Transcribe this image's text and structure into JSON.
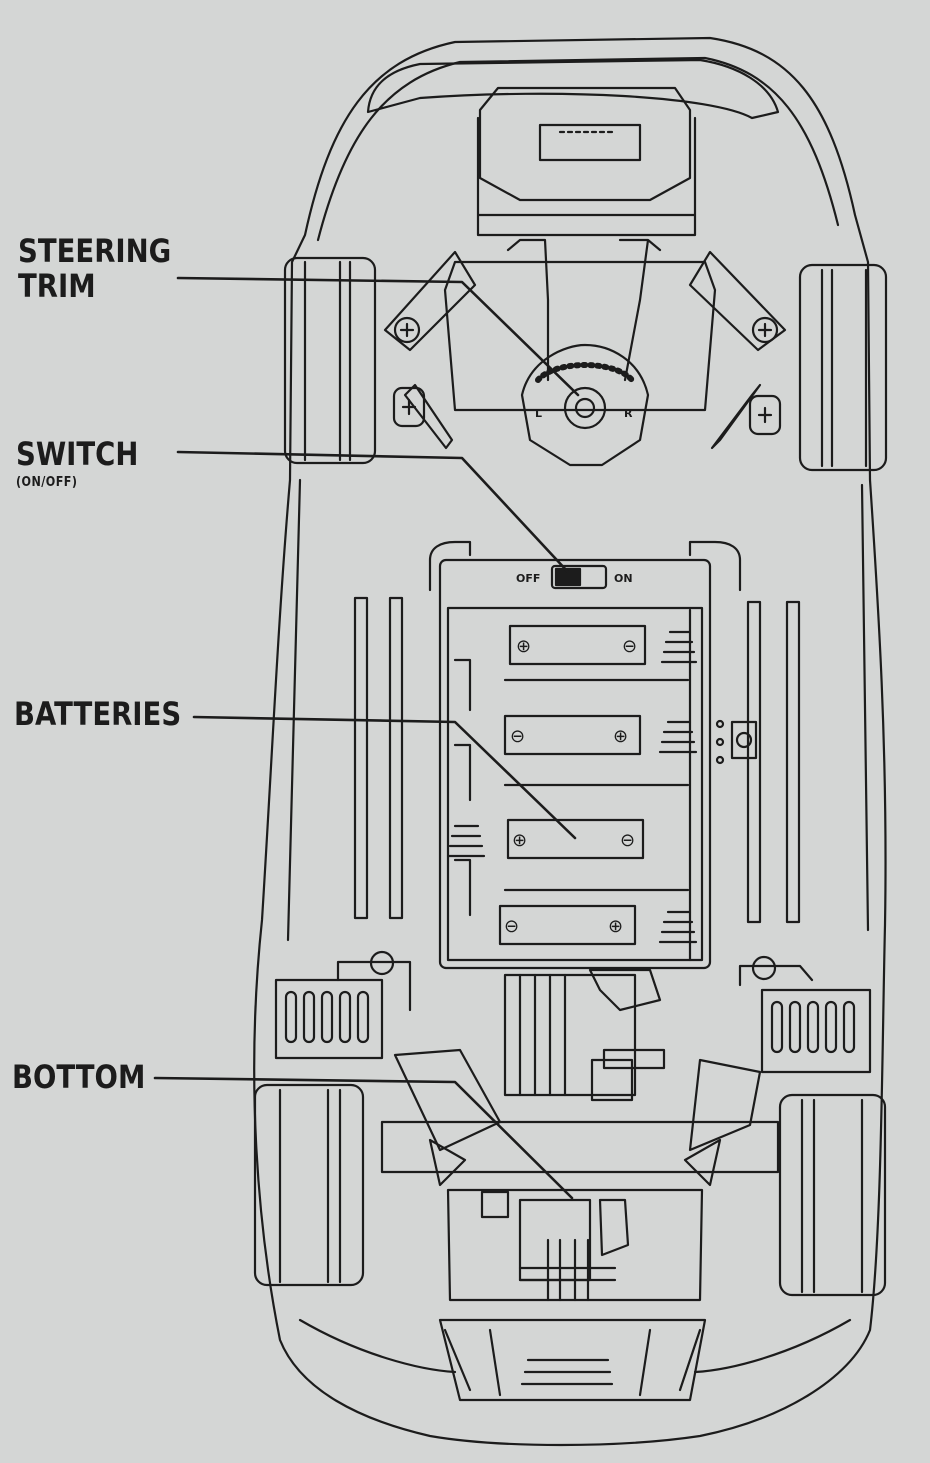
{
  "callouts": {
    "steering_trim": {
      "line1": "STEERING",
      "line2": "TRIM"
    },
    "switch": {
      "label": "SWITCH",
      "sub": "(ON/OFF)"
    },
    "batteries": {
      "label": "BATTERIES"
    },
    "bottom": {
      "label": "BOTTOM"
    }
  },
  "trim_dial": {
    "left": "L",
    "right": "R"
  },
  "power_switch": {
    "off": "OFF",
    "on": "ON"
  },
  "battery_terminals": {
    "positive": "⊕",
    "negative": "⊖"
  },
  "colors": {
    "background": "#d4d6d5",
    "line": "#1c1c1c"
  }
}
